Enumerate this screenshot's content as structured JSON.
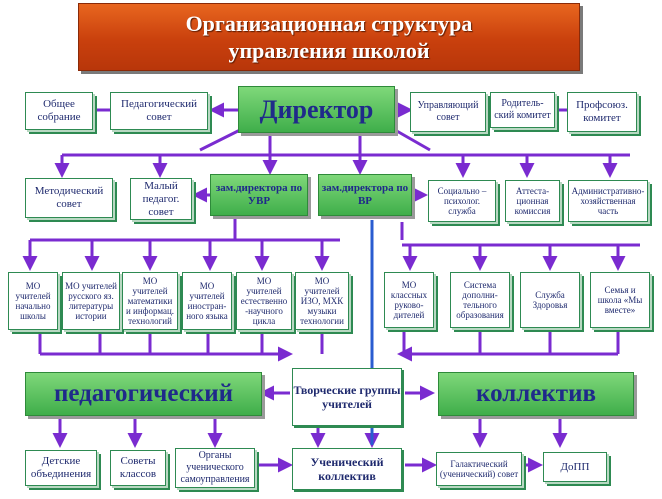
{
  "title": {
    "line1": "Организационная структура",
    "line2": "управления школой"
  },
  "director": "Директор",
  "top_left": [
    "Общее собрание",
    "Педагогический совет"
  ],
  "top_right": [
    "Управляющий совет",
    "Родитель-ский комитет",
    "Профсоюз. комитет"
  ],
  "deputies": {
    "uvr": "зам.директора по УВР",
    "vr": "зам.директора по ВР"
  },
  "row2_left": [
    "Методический совет",
    "Малый педагог. совет"
  ],
  "row2_right": [
    "Социально – психолог. служба",
    "Аттеста-ционная комиссия",
    "Административно-хозяйственная часть"
  ],
  "mo": [
    "МО учителей начально школы",
    "МО учителей русского яз. литературы истории",
    "МО учителей математики и информац. технологий",
    "МО учителей иностран-ного языка",
    "МО учителей естественно -научного цикла",
    "МО учителей ИЗО, МХК музыки технологии"
  ],
  "vr_units": [
    "МО классных руково-дителей",
    "Система дополни-тельного образования",
    "Служба Здоровья",
    "Семья и школа «Мы вместе»"
  ],
  "collective_left": "педагогический",
  "collective_right": "коллектив",
  "creative_groups": "Творческие группы учителей",
  "bottom_left": [
    "Детские объединения",
    "Советы классов",
    "Органы ученического самоуправления"
  ],
  "student_collective": "Ученический коллектив",
  "bottom_right": [
    "Галактический (ученический) совет",
    "ДоПП"
  ],
  "colors": {
    "arrow": "#7a2bd0",
    "accent": "#3fae4a",
    "title": "#c9400d",
    "blue": "#2a5cd0"
  }
}
